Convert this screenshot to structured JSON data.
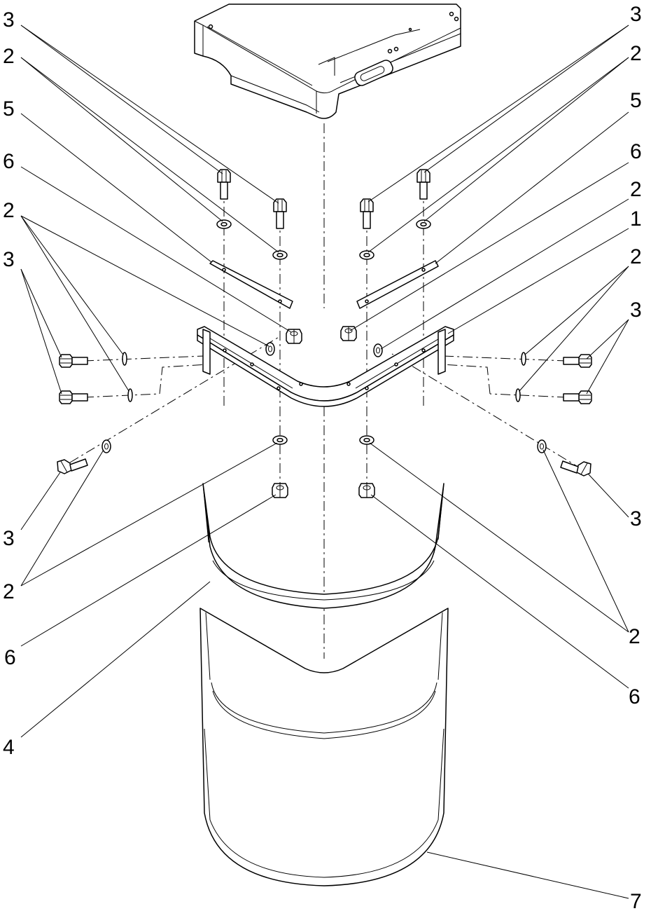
{
  "diagram": {
    "kind": "exploded-assembly-drawing",
    "callouts": {
      "c1": "3",
      "c2": "2",
      "c3": "5",
      "c4": "6",
      "c5": "2",
      "c6": "3",
      "c7": "3",
      "c8": "2",
      "c9": "6",
      "c10": "4",
      "c11": "3",
      "c12": "2",
      "c13": "5",
      "c14": "6",
      "c15": "2",
      "c16": "1",
      "c17": "2",
      "c18": "3",
      "c19": "3",
      "c20": "2",
      "c21": "6",
      "c22": "7"
    },
    "parts": [
      {
        "part_number": "1",
        "name": "corner-bracket"
      },
      {
        "part_number": "2",
        "name": "washer"
      },
      {
        "part_number": "3",
        "name": "hex-bolt"
      },
      {
        "part_number": "4",
        "name": "inner-corner-guard"
      },
      {
        "part_number": "5",
        "name": "clamp-strip"
      },
      {
        "part_number": "6",
        "name": "hex-nut"
      },
      {
        "part_number": "7",
        "name": "outer-corner-guard"
      }
    ]
  }
}
